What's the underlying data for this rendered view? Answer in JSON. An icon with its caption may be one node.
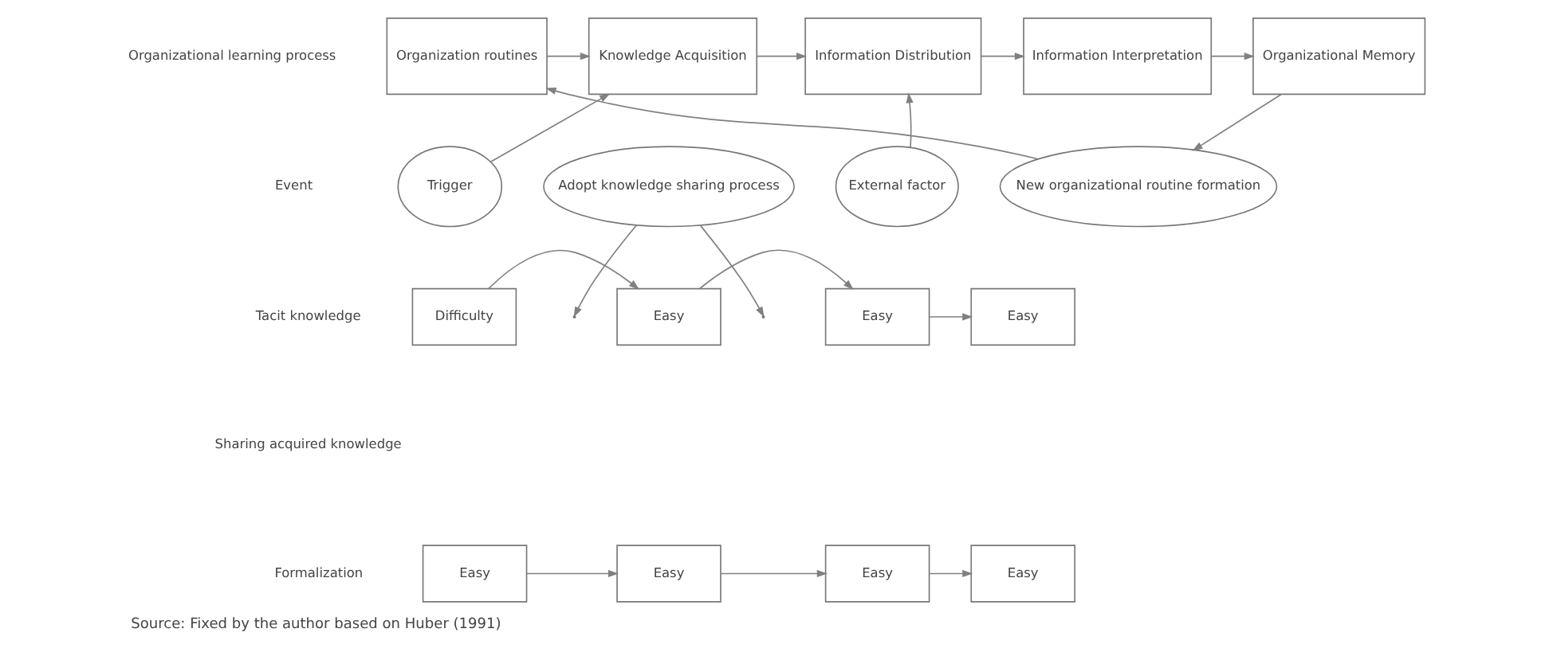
{
  "diagram": {
    "caption": "Source: Fixed by the author based on Huber (1991)",
    "nodes": [
      {
        "text": [
          "Organization routines"
        ]
      },
      {
        "text": [
          "Knowledge Acquisition"
        ]
      },
      {
        "text": [
          "Information Distribution"
        ]
      },
      {
        "text": [
          "Information Interpretation"
        ]
      },
      {
        "text": [
          "Organizational Memory"
        ]
      },
      {
        "text": [
          "Trigger"
        ]
      },
      {
        "text": [
          "Adopt knowledge sharing process"
        ]
      },
      {
        "text": [
          "External factor"
        ]
      },
      {
        "text": [
          "New organizational routine formation"
        ]
      },
      {
        "text": [
          "Difficulty"
        ]
      },
      {
        "text": [
          "Easy"
        ]
      },
      {
        "text": [
          "Easy"
        ]
      },
      {
        "text": [
          "Easy"
        ]
      },
      {
        "text": [
          "Easy"
        ]
      },
      {
        "text": [
          "Easy"
        ]
      },
      {
        "text": [
          "Easy"
        ]
      },
      {
        "text": [
          "Easy"
        ]
      }
    ],
    "edges": [
      {
        "from": 0,
        "to": 1,
        "arrow": "to"
      },
      {
        "from": 1,
        "to": 2,
        "arrow": "to"
      },
      {
        "from": 2,
        "to": 3,
        "arrow": "to"
      },
      {
        "from": 3,
        "to": 4,
        "arrow": "to"
      },
      {
        "from": 5,
        "to": 1,
        "arrow": "to"
      },
      {
        "from": 6,
        "to": null,
        "arrow": "to"
      },
      {
        "from": 6,
        "to": null,
        "arrow": "to"
      },
      {
        "from": 7,
        "to": 2,
        "arrow": "to"
      },
      {
        "from": 4,
        "to": 8,
        "arrow": "to"
      },
      {
        "from": 8,
        "to": 0,
        "arrow": "to"
      },
      {
        "from": 9,
        "to": 10,
        "arrow": "to"
      },
      {
        "from": 10,
        "to": 11,
        "arrow": "to"
      },
      {
        "from": 11,
        "to": 12,
        "arrow": "to"
      },
      {
        "from": 13,
        "to": 14,
        "arrow": "to"
      },
      {
        "from": 14,
        "to": 15,
        "arrow": "to"
      },
      {
        "from": 15,
        "to": 16,
        "arrow": "to"
      }
    ],
    "labels": [
      "Organizational learning process",
      "Event",
      "Tacit knowledge",
      "Sharing acquired knowledge",
      "Formalization"
    ]
  }
}
